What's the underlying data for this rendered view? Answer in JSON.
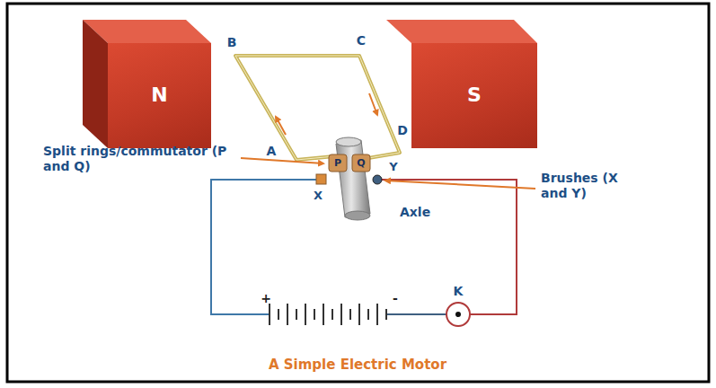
{
  "diagram": {
    "caption": "A Simple Electric Motor",
    "nodes": [
      {
        "text": [
          "N"
        ]
      },
      {
        "text": [
          "S"
        ]
      }
    ],
    "labels": [
      "B",
      "C",
      "A",
      "D",
      "Split rings/commutator (P and Q)",
      "P",
      "Q",
      "X",
      "Y",
      "Brushes (X and Y)",
      "Axle",
      "+",
      "-",
      "K"
    ]
  }
}
